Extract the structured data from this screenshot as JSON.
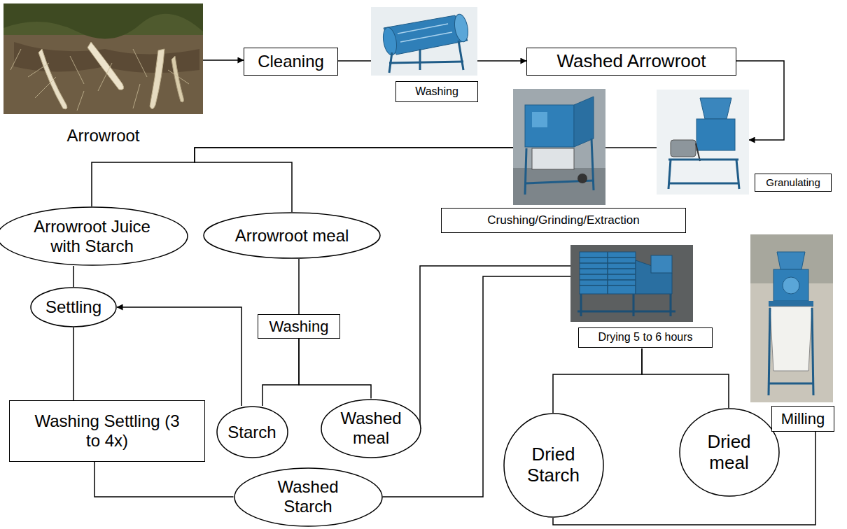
{
  "diagram": {
    "nodes": [
      {
        "text": [
          "Arrowroot"
        ]
      },
      {
        "text": [
          "Cleaning"
        ]
      },
      {
        "text": [
          "Washing"
        ]
      },
      {
        "text": [
          "Washed Arrowroot"
        ]
      },
      {
        "text": [
          "Granulating"
        ]
      },
      {
        "text": [
          "Crushing/Grinding/Extraction"
        ]
      },
      {
        "text": [
          "Arrowroot Juice with Starch"
        ]
      },
      {
        "text": [
          "Arrowroot meal"
        ]
      },
      {
        "text": [
          "Settling"
        ]
      },
      {
        "text": [
          "Washing"
        ]
      },
      {
        "text": [
          "Washing Settling (3 to 4x)"
        ]
      },
      {
        "text": [
          "Starch"
        ]
      },
      {
        "text": [
          "Washed meal"
        ]
      },
      {
        "text": [
          "Washed Starch"
        ]
      },
      {
        "text": [
          "Drying 5 to 6 hours"
        ]
      },
      {
        "text": [
          "Dried Starch"
        ]
      },
      {
        "text": [
          "Dried meal"
        ]
      },
      {
        "text": [
          "Milling"
        ]
      }
    ],
    "edges": [
      {
        "from": 0,
        "to": 1,
        "arrow": "to"
      },
      {
        "from": 1,
        "to": 2,
        "arrow": "none"
      },
      {
        "from": 2,
        "to": 3,
        "arrow": "to"
      },
      {
        "from": 3,
        "to": 4,
        "arrow": "to"
      },
      {
        "from": 4,
        "to": 5,
        "arrow": "none"
      },
      {
        "from": 5,
        "to": 6,
        "arrow": "none"
      },
      {
        "from": 5,
        "to": 7,
        "arrow": "none"
      },
      {
        "from": 6,
        "to": 8,
        "arrow": "none"
      },
      {
        "from": 7,
        "to": 9,
        "arrow": "none"
      },
      {
        "from": 9,
        "to": 11,
        "arrow": "none"
      },
      {
        "from": 9,
        "to": 12,
        "arrow": "none"
      },
      {
        "from": 11,
        "to": 8,
        "arrow": "to"
      },
      {
        "from": 8,
        "to": 10,
        "arrow": "none"
      },
      {
        "from": 10,
        "to": 13,
        "arrow": "none"
      },
      {
        "from": 12,
        "to": 14,
        "arrow": "none"
      },
      {
        "from": 13,
        "to": 14,
        "arrow": "none"
      },
      {
        "from": 14,
        "to": 15,
        "arrow": "none"
      },
      {
        "from": 14,
        "to": 16,
        "arrow": "none"
      },
      {
        "from": 15,
        "to": 17,
        "arrow": "none"
      }
    ]
  }
}
